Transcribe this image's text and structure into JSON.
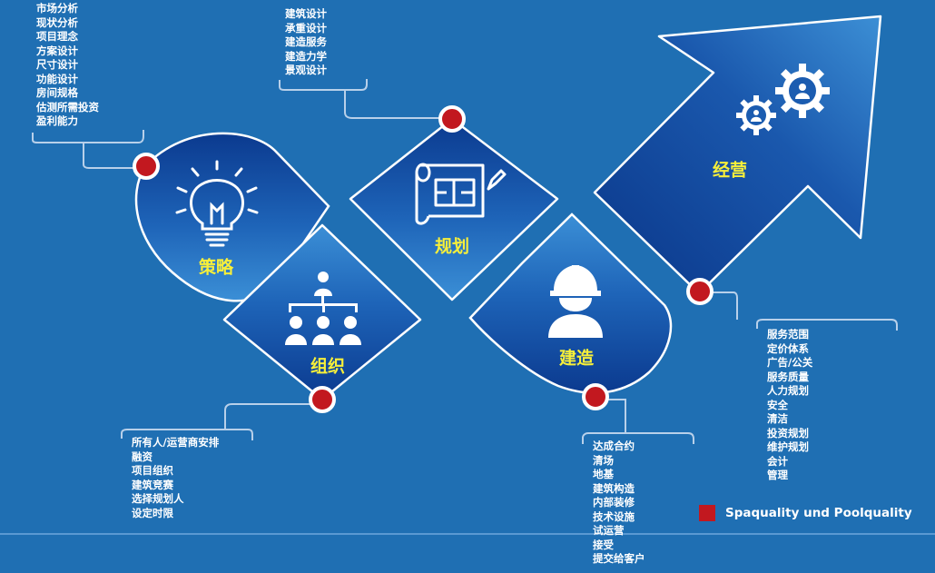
{
  "stages": {
    "strategy": {
      "title": "策略",
      "items": [
        "市场分析",
        "现状分析",
        "项目理念",
        "方案设计",
        "尺寸设计",
        "功能设计",
        "房间规格",
        "估测所需投资",
        "盈利能力"
      ]
    },
    "organization": {
      "title": "组织",
      "items": [
        "所有人/运营商安排",
        "融资",
        "项目组织",
        "建筑竞赛",
        "选择规划人",
        "设定时限"
      ]
    },
    "planning": {
      "title": "规划",
      "items": [
        "建筑设计",
        "承重设计",
        "建造服务",
        "建造力学",
        "景观设计"
      ]
    },
    "construction": {
      "title": "建造",
      "items": [
        "达成合约",
        "清场",
        "地基",
        "建筑构造",
        "内部装修",
        "技术设施",
        "试运营",
        "接受",
        "提交给客户"
      ]
    },
    "operation": {
      "title": "经营",
      "items": [
        "服务范围",
        "定价体系",
        "广告/公关",
        "服务质量",
        "人力规划",
        "安全",
        "清洁",
        "投资规划",
        "维护规划",
        "会计",
        "管理"
      ]
    }
  },
  "legend": {
    "label": "Spaquality und Poolquality",
    "color": "#c2181f"
  },
  "colors": {
    "background": "#1f6fb3",
    "label": "#f7ef3a",
    "dot": "#c2181f"
  }
}
